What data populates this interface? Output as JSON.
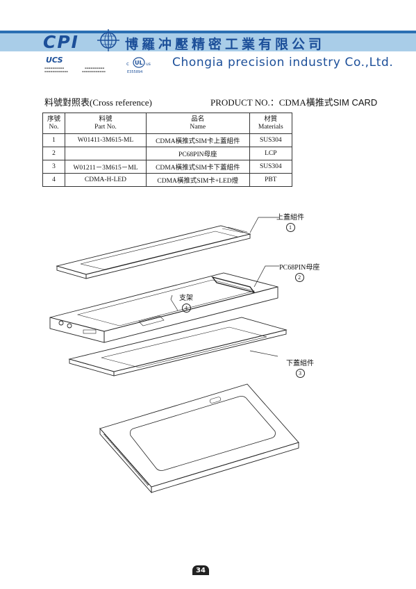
{
  "header": {
    "logo_text": "CPI",
    "company_cn": "博羅冲壓精密工業有限公司",
    "company_en": "Chongia precision industry Co.,Ltd.",
    "cert_ucs": "UCS",
    "cert_ul": "c UL us",
    "cert_ul_no": "E355894",
    "brand_color": "#1c4f99"
  },
  "reference": {
    "title": "料號對照表(Cross reference)",
    "product_prefix": "PRODUCT NO.：CDMA橫推式",
    "product_suffix": "SIM CARD"
  },
  "table": {
    "headers": [
      {
        "cn": "序號",
        "en": "No."
      },
      {
        "cn": "料號",
        "en": "Part No."
      },
      {
        "cn": "品名",
        "en": "Name"
      },
      {
        "cn": "材質",
        "en": "Materials"
      }
    ],
    "rows": [
      {
        "no": "1",
        "part": "W01411-3M615-ML",
        "name": "CDMA橫推式SIM卡上蓋組件",
        "material": "SUS304"
      },
      {
        "no": "2",
        "part": "",
        "name": "PC68PIN母座",
        "material": "LCP"
      },
      {
        "no": "3",
        "part": "W01211－3M615－ML",
        "name": "CDMA橫推式SIM卡下蓋組件",
        "material": "SUS304"
      },
      {
        "no": "4",
        "part": "CDMA-H-LED",
        "name": "CDMA橫推式SIM卡+LED燈",
        "material": "PBT"
      }
    ]
  },
  "callouts": {
    "c1": {
      "label": "上蓋組件",
      "num": "1"
    },
    "c2": {
      "label": "PC68PIN母座",
      "num": "2"
    },
    "c3": {
      "label": "下蓋組件",
      "num": "3"
    },
    "c4": {
      "label": "支架",
      "num": "4"
    }
  },
  "page_number": "34"
}
